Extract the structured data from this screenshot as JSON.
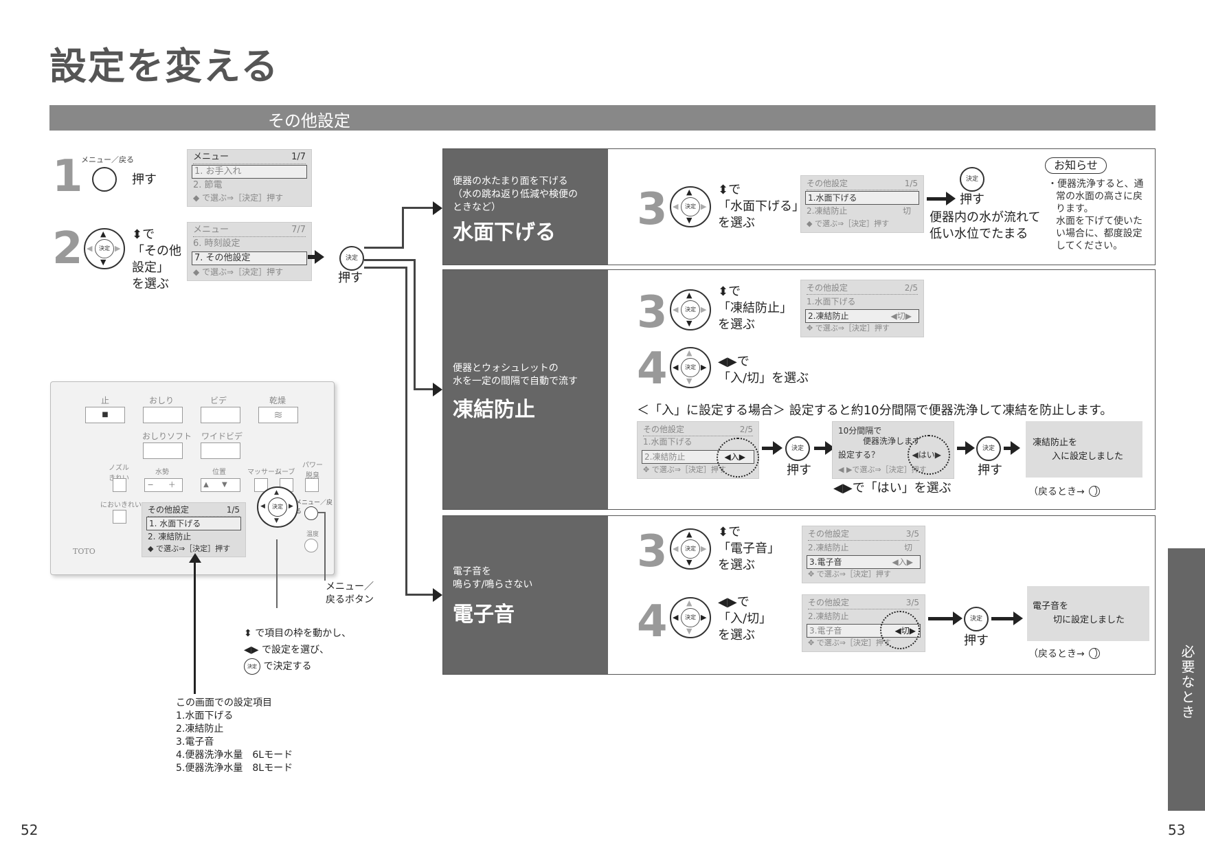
{
  "title": "設定を変える",
  "banner": "その他設定",
  "page_left": "52",
  "page_right": "53",
  "side_tab": "必要なとき",
  "left": {
    "step1": {
      "num": "1",
      "btn_label": "メニュー／戻る",
      "push": "押す",
      "lcd": {
        "header": "メニュー",
        "page": "1/7",
        "row1": "1. お手入れ",
        "row2": "2. 節電",
        "footer": "で選ぶ⇒［決定］押す"
      }
    },
    "step2": {
      "num": "2",
      "text1": "で",
      "text2": "「その他",
      "text3": "設定」",
      "text4": "を選ぶ",
      "lcd": {
        "header": "メニュー",
        "page": "7/7",
        "row1": "6. 時刻設定",
        "row2": "7. その他設定",
        "footer": "で選ぶ⇒［決定］押す"
      },
      "push": "押す"
    },
    "remote": {
      "row1": [
        "止",
        "おしり",
        "ビデ",
        "乾燥"
      ],
      "row2": [
        "おしりソフト",
        "ワイドビデ"
      ],
      "row3": [
        "ノズル\nきれい",
        "水勢",
        "位置",
        "マッサージ",
        "ムーブ",
        "パワー\n脱臭"
      ],
      "deodor": "においきれい",
      "brand": "TOTO",
      "lcd": {
        "header": "その他設定",
        "page": "1/5",
        "row1": "1. 水面下げる",
        "row2": "2. 凍結防止",
        "footer": "で選ぶ⇒［決定］押す"
      },
      "menu_label": "メニュー／戻る",
      "temp": "温度",
      "menu_btn_callout1": "メニュー／",
      "menu_btn_callout2": "戻るボタン"
    },
    "legend": {
      "l1": "で項目の枠を動かし、",
      "l2": "で設定を選び、",
      "l3": "で決定する"
    },
    "items_title": "この画面での設定項目",
    "items": [
      "1.水面下げる",
      "2.凍結防止",
      "3.電子音",
      "4.便器洗浄水量　6Lモード",
      "5.便器洗浄水量　8Lモード"
    ]
  },
  "sec1": {
    "sub1": "便器の水たまり面を下げる",
    "sub2": "（水の跳ね返り低減や検便の",
    "sub3": "ときなど）",
    "name": "水面下げる",
    "step_num": "3",
    "t1": "で",
    "t2": "「水面下げる」",
    "t3": "を選ぶ",
    "lcd": {
      "header": "その他設定",
      "page": "1/5",
      "row1": "1.水面下げる",
      "row2": "2.凍結防止",
      "row2b": "切",
      "footer": "で選ぶ⇒［決定］押す"
    },
    "push": "押す",
    "result1": "便器内の水が流れて",
    "result2": "低い水位でたまる",
    "notice_title": "お知らせ",
    "notice": [
      "・便器洗浄すると、通",
      "常の水面の高さに戻",
      "ります。",
      "水面を下げて使いた",
      "い場合に、都度設定",
      "してください。"
    ]
  },
  "sec2": {
    "sub1": "便器とウォシュレットの",
    "sub2": "水を一定の間隔で自動で流す",
    "name": "凍結防止",
    "step3": {
      "num": "3",
      "t1": "で",
      "t2": "「凍結防止」",
      "t3": "を選ぶ",
      "lcd": {
        "header": "その他設定",
        "page": "2/5",
        "row1": "1.水面下げる",
        "row2": "2.凍結防止",
        "row2b": "◀切▶",
        "footer": "で選ぶ⇒［決定］押す"
      }
    },
    "step4": {
      "num": "4",
      "t1": "で",
      "t2": "「入/切」を選ぶ"
    },
    "case": "＜「入」に設定する場合＞ 設定すると約10分間隔で便器洗浄して凍結を防止します。",
    "lcdA": {
      "header": "その他設定",
      "page": "2/5",
      "row1": "1.水面下げる",
      "row2": "2.凍結防止",
      "row2b": "◀入▶",
      "footer": "で選ぶ⇒［決定］押す"
    },
    "lcdB": {
      "l1": "10分間隔で",
      "l2": "便器洗浄します",
      "l3": "設定する？",
      "l3b": "◀はい▶",
      "footer": "◀ ▶で選ぶ⇒［決定］押す"
    },
    "push": "押す",
    "push2": "押す",
    "select_yes": "で「はい」を選ぶ",
    "result1": "凍結防止を",
    "result2": "入に設定しました",
    "back": "（戻るとき→　）"
  },
  "sec3": {
    "sub1": "電子音を",
    "sub2": "鳴らす/鳴らさない",
    "name": "電子音",
    "step3": {
      "num": "3",
      "t1": "で",
      "t2": "「電子音」",
      "t3": "を選ぶ",
      "lcd": {
        "header": "その他設定",
        "page": "3/5",
        "row1": "2.凍結防止",
        "row1b": "切",
        "row2": "3.電子音",
        "row2b": "◀入▶",
        "footer": "で選ぶ⇒［決定］押す"
      }
    },
    "step4": {
      "num": "4",
      "t1": "で",
      "t2": "「入/切」",
      "t3": "を選ぶ",
      "lcd": {
        "header": "その他設定",
        "page": "3/5",
        "row1": "2.凍結防止",
        "row2": "3.電子音",
        "row2b": "◀切▶",
        "footer": "で選ぶ⇒［決定］押す"
      }
    },
    "push": "押す",
    "result1": "電子音を",
    "result2": "切に設定しました",
    "back": "（戻るとき→　）"
  },
  "kettei": "決定"
}
